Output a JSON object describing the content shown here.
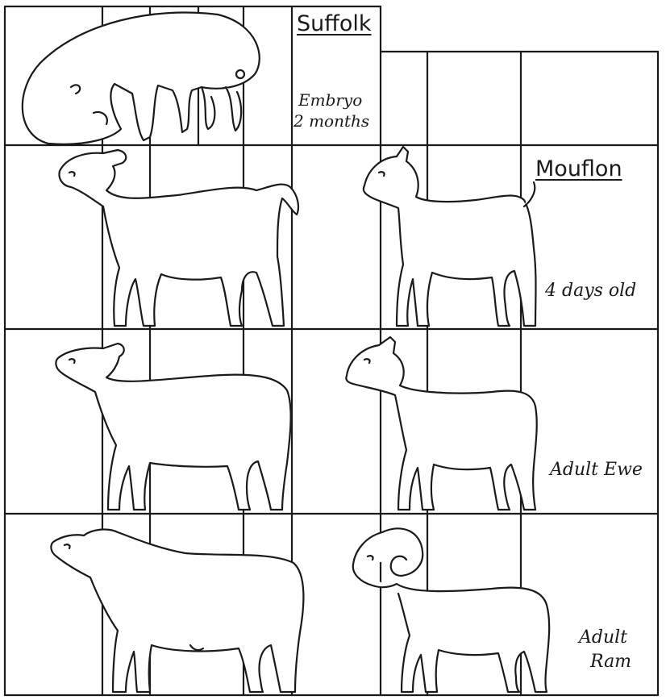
{
  "headings": {
    "suffolk": "Suffolk",
    "mouflon": "Mouflon"
  },
  "labels": {
    "embryo_line1": "Embryo",
    "embryo_line2": "2 months",
    "four_days": "4 days old",
    "adult_ewe": "Adult Ewe",
    "adult_ram_line1": "Adult",
    "adult_ram_line2": "Ram"
  },
  "colors": {
    "ink": "#1a1a1a",
    "paper": "#ffffff"
  }
}
